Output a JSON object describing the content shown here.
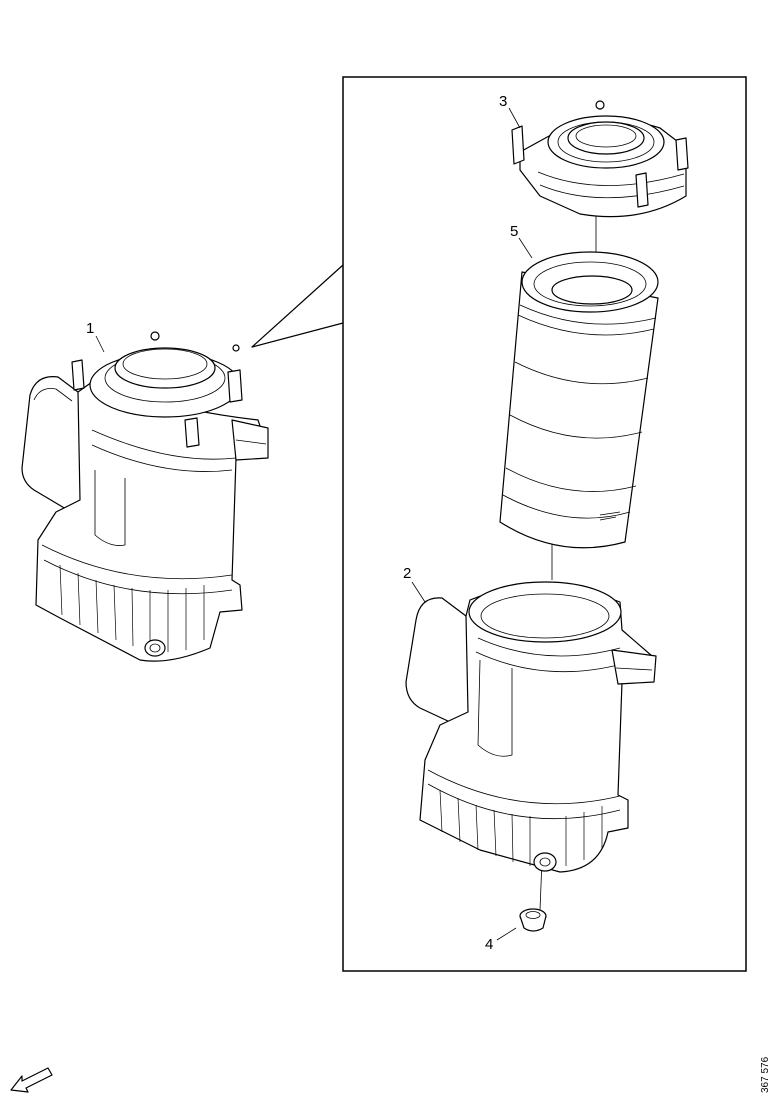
{
  "callouts": {
    "c1": "1",
    "c2": "2",
    "c3": "3",
    "c4": "4",
    "c5": "5"
  },
  "doc_number": "367 576",
  "icons": {
    "direction_arrow": "front-direction-arrow-icon"
  }
}
